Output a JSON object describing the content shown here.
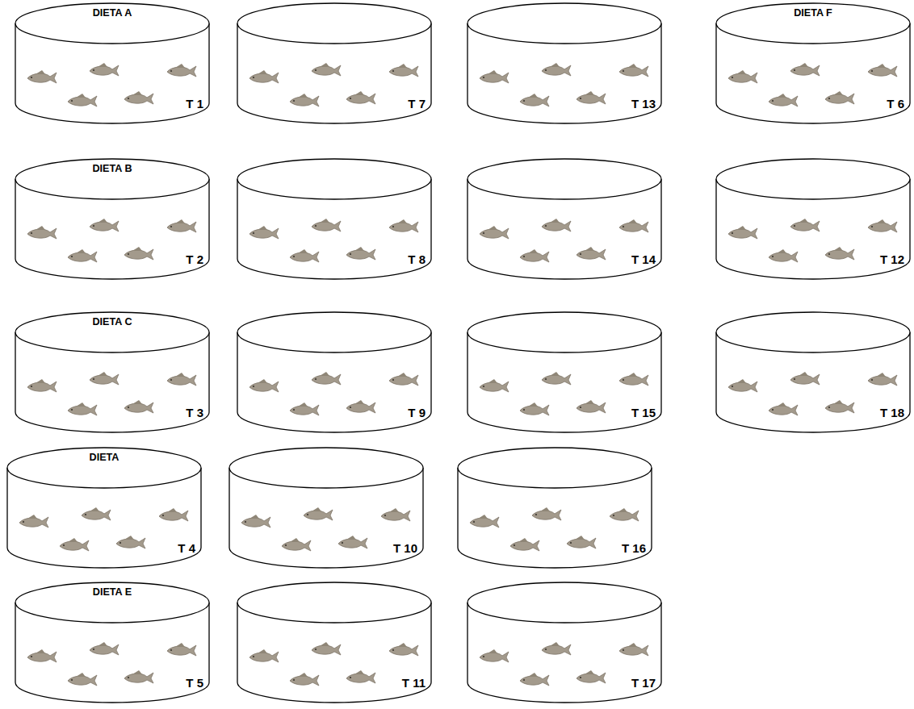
{
  "diagram": {
    "nodes": [
      {
        "text": [
          "DIETA A",
          "T 1"
        ]
      },
      {
        "text": [
          "T 7"
        ]
      },
      {
        "text": [
          "T 13"
        ]
      },
      {
        "text": [
          "DIETA F",
          "T 6"
        ]
      },
      {
        "text": [
          "DIETA B",
          "T 2"
        ]
      },
      {
        "text": [
          "T 8"
        ]
      },
      {
        "text": [
          "T 14"
        ]
      },
      {
        "text": [
          "T 12"
        ]
      },
      {
        "text": [
          "DIETA C",
          "T 3"
        ]
      },
      {
        "text": [
          "T 9"
        ]
      },
      {
        "text": [
          "T 15"
        ]
      },
      {
        "text": [
          "T 18"
        ]
      },
      {
        "text": [
          "DIETA",
          "T 4"
        ]
      },
      {
        "text": [
          "T 10"
        ]
      },
      {
        "text": [
          "T 16"
        ]
      },
      {
        "text": [
          "DIETA E",
          "T 5"
        ]
      },
      {
        "text": [
          "T 11"
        ]
      },
      {
        "text": [
          "T 17"
        ]
      }
    ]
  }
}
